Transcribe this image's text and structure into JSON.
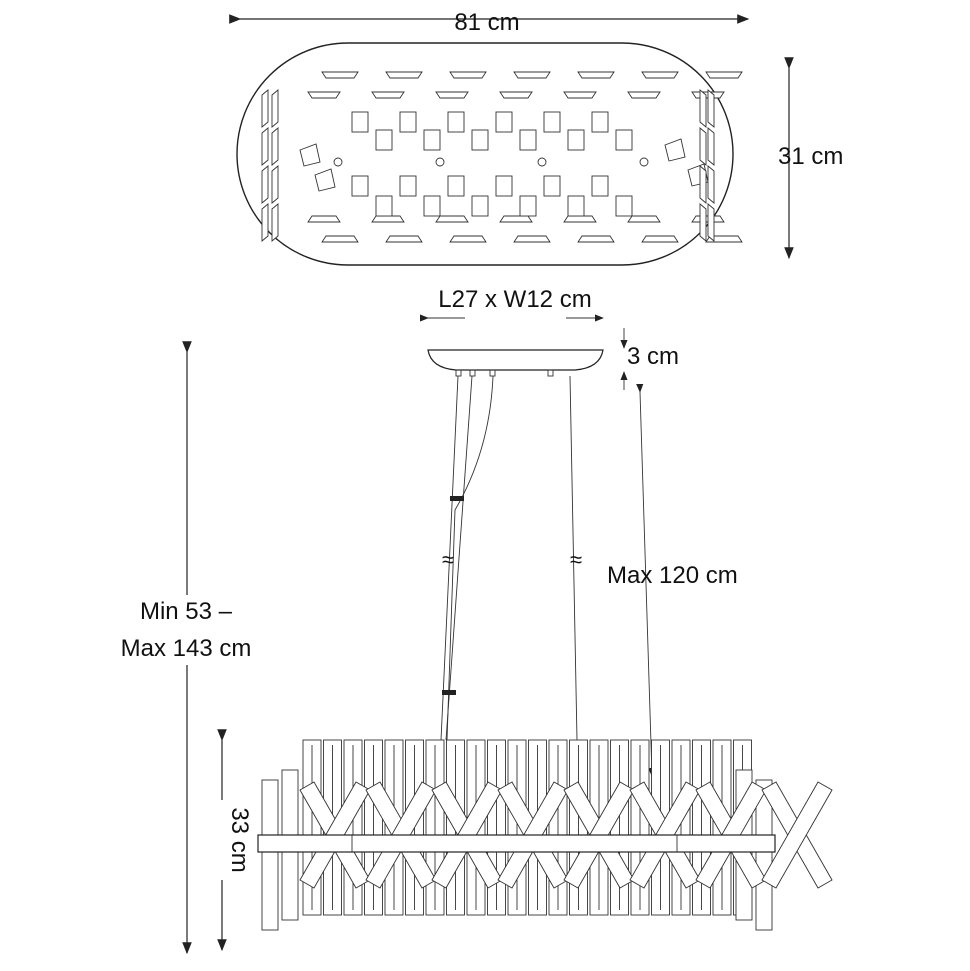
{
  "top_view": {
    "width_label": "81 cm",
    "depth_label": "31 cm"
  },
  "side_view": {
    "canopy_size_label": "L27 x W12 cm",
    "canopy_height_label": "3 cm",
    "cable_length_label": "Max 120 cm",
    "total_height_label_line1": "Min 53 –",
    "total_height_label_line2": "Max 143 cm",
    "body_height_label": "33 cm",
    "break_symbol": "≈"
  }
}
